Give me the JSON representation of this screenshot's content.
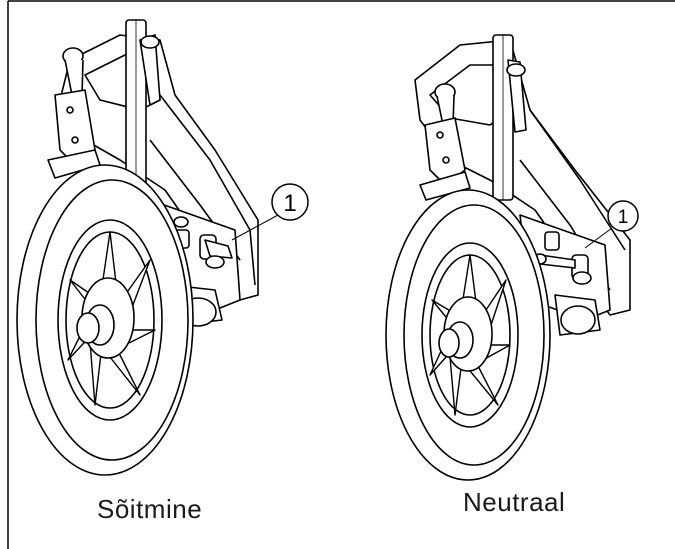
{
  "panels": [
    {
      "caption": "Sõitmine",
      "callout": "1"
    },
    {
      "caption": "Neutraal",
      "callout": "1"
    }
  ]
}
